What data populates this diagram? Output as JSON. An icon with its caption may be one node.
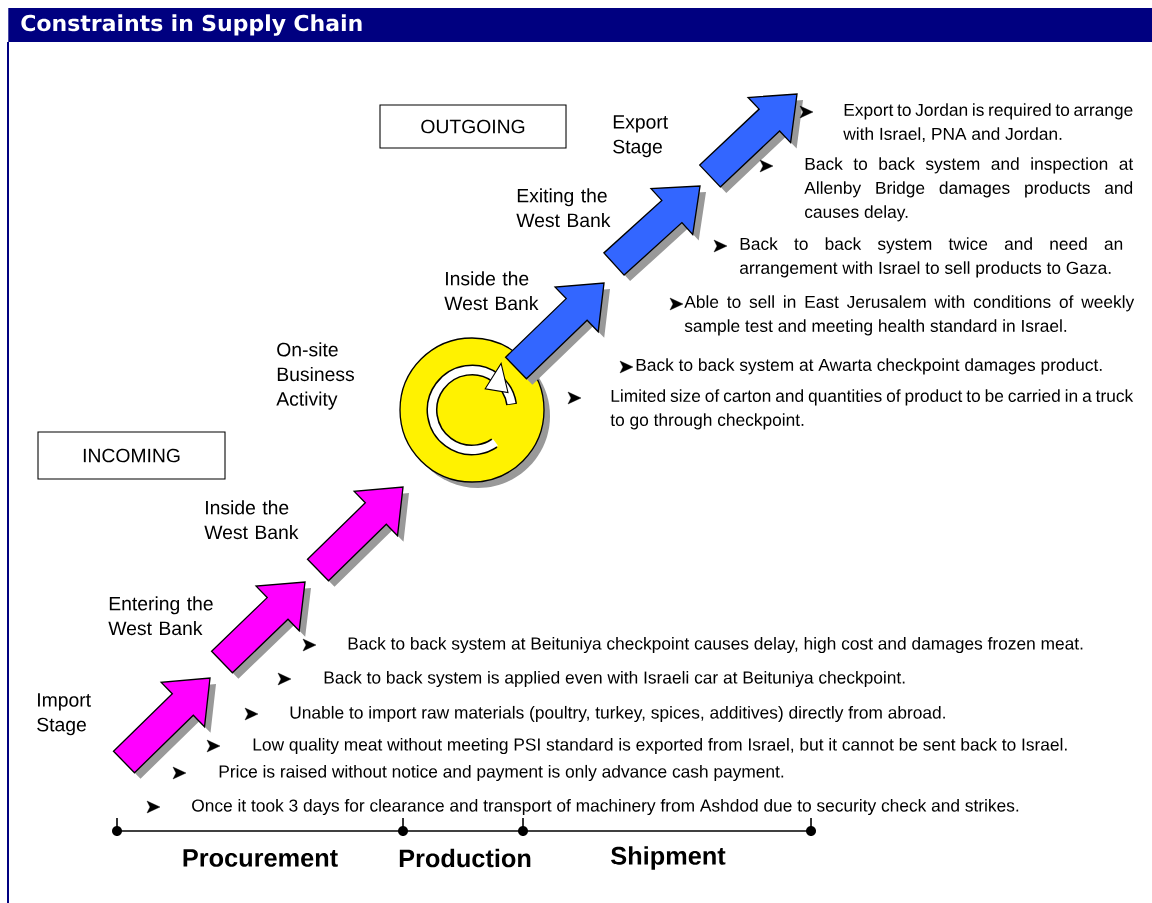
{
  "diagram": {
    "title": "Constraints in Supply Chain",
    "nodes": [
      {
        "text": [
          "OUTGOING"
        ]
      },
      {
        "text": [
          "INCOMING"
        ]
      },
      {
        "text": [],
        "shape": "circle",
        "beside": [
          "On-site Business Activity"
        ]
      }
    ],
    "edges": [
      {
        "from": null,
        "to": 2,
        "arrow": "to",
        "color": "#ff00ff"
      },
      {
        "from": 2,
        "to": null,
        "arrow": "to",
        "color": "#3366ff"
      }
    ],
    "labels": [
      "Export Stage",
      "Exiting the West Bank",
      "Inside the West Bank",
      "Inside the West Bank",
      "Entering the West Bank",
      "Import Stage",
      "Export to Jordan is required to arrange with Israel, PNA and Jordan.",
      "Back to back system and inspection at Allenby Bridge damages products and causes delay.",
      "Back to back system twice and need an arrangement with Israel to sell products to Gaza.",
      "Able to sell in East Jerusalem with conditions of weekly sample test and meeting health standard in Israel.",
      "Back to back system at Awarta checkpoint damages product.",
      "Limited size of carton and quantities of product to be carried in a truck to go through checkpoint.",
      "Back to back system at Beituniya checkpoint causes delay, high cost and damages frozen meat.",
      "Back to back system is applied even with Israeli car at Beituniya checkpoint.",
      "Unable to import raw materials (poultry, turkey, spices, additives) directly from abroad.",
      "Low quality meat without meeting PSI standard is exported from Israel, but it cannot be sent back to Israel.",
      "Price is raised without notice and payment is only advance cash payment.",
      "Once it took 3 days for clearance and transport of machinery from Ashdod due to security check and strikes.",
      "Procurement",
      "Production",
      "Shipment"
    ]
  }
}
